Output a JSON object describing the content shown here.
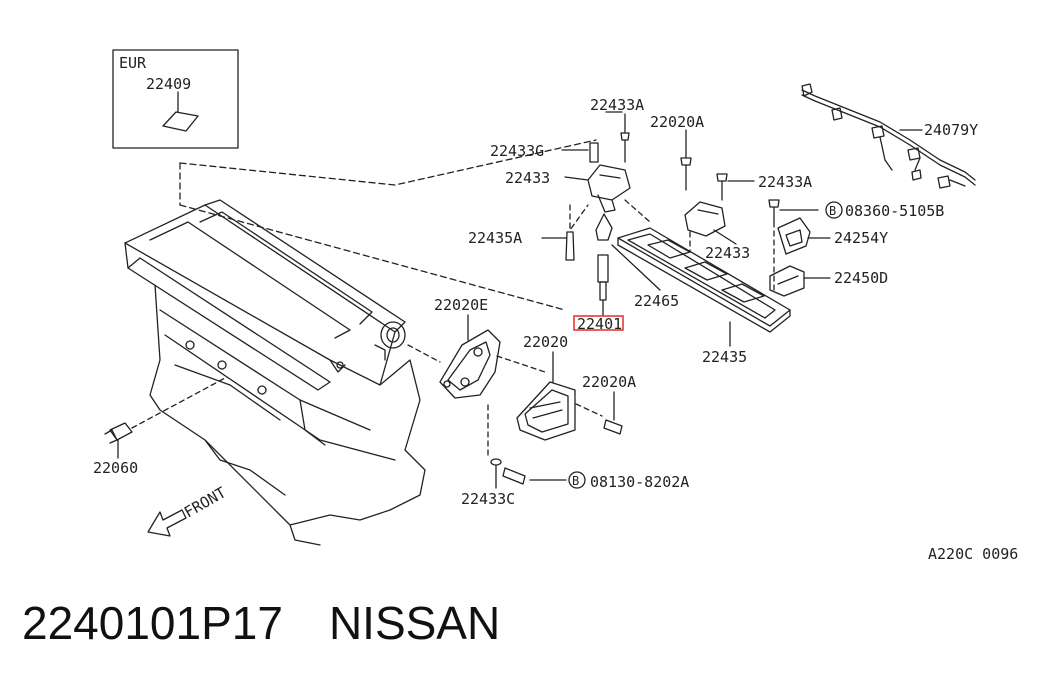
{
  "diagram": {
    "inset_region": "EUR",
    "inset_part": "22409",
    "front_arrow": "FRONT",
    "drawing_code": "A220C 0096",
    "bolt_marker": "B",
    "highlighted_part": "22401",
    "labels": {
      "p22433A_top": "22433A",
      "p22020A_top": "22020A",
      "p24079Y": "24079Y",
      "p22433G": "22433G",
      "p22433_left": "22433",
      "p22433A_right": "22433A",
      "p08360": "08360-5105B",
      "p22435A": "22435A",
      "p22433_mid": "22433",
      "p24254Y": "24254Y",
      "p22450D": "22450D",
      "p22465": "22465",
      "p22020E": "22020E",
      "p22401": "22401",
      "p22020": "22020",
      "p22435": "22435",
      "p22020A_low": "22020A",
      "p22060": "22060",
      "p22433C": "22433C",
      "p08130": "08130-8202A"
    }
  },
  "footer": {
    "part_number": "2240101P17",
    "brand": "NISSAN"
  },
  "colors": {
    "line": "#222222",
    "highlight": "#e53935",
    "background": "#ffffff"
  }
}
